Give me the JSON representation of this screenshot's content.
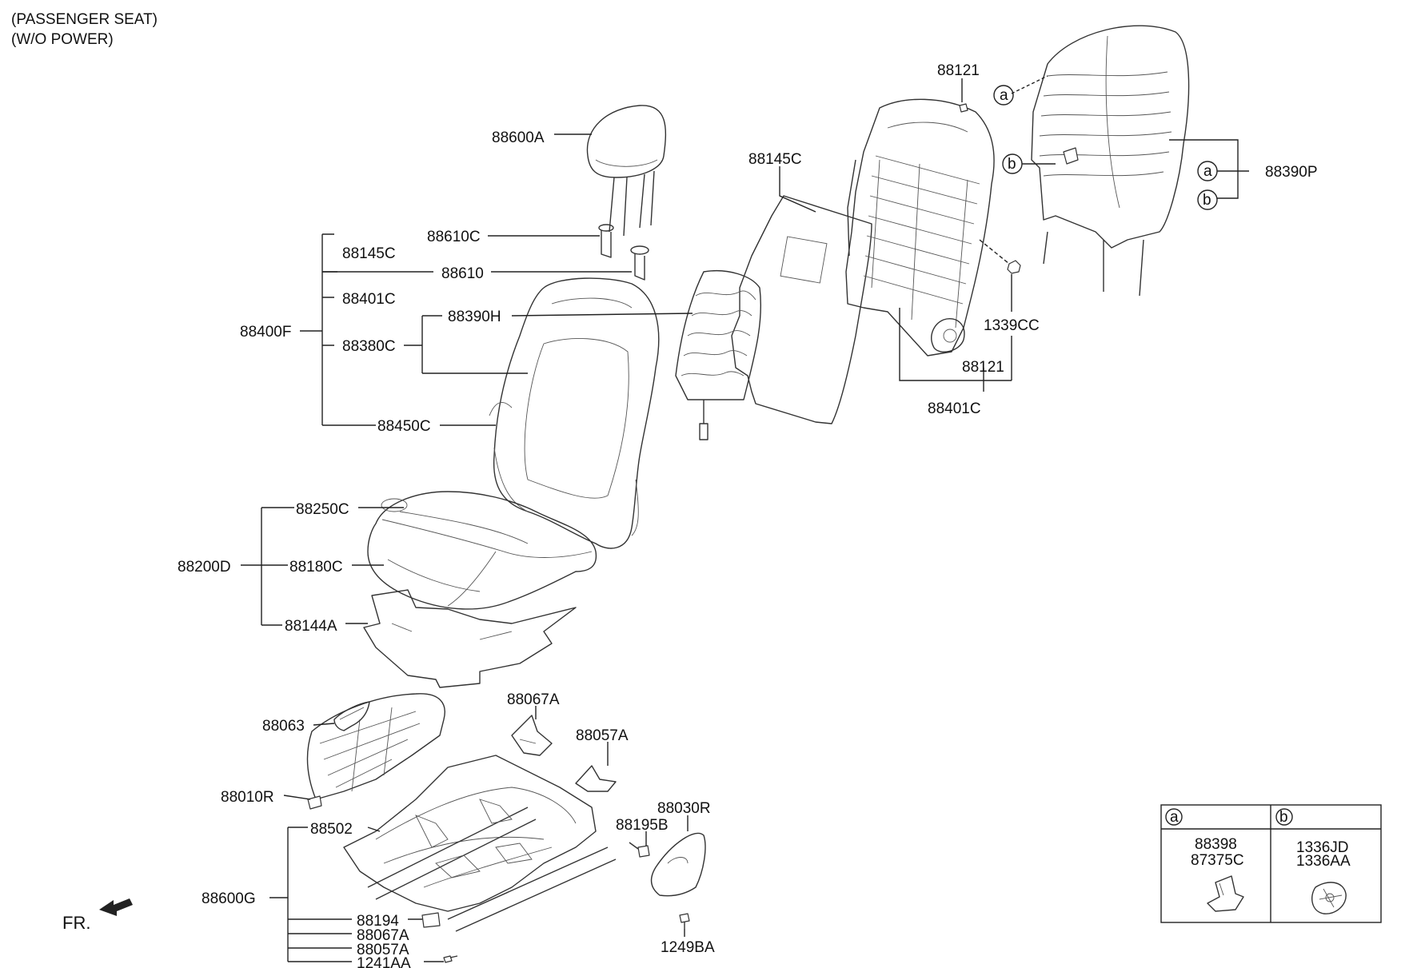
{
  "header": {
    "line1": "(PASSENGER SEAT)",
    "line2": "(W/O POWER)"
  },
  "front_label": "FR.",
  "callouts": [
    {
      "id": "c88121_top",
      "text": "88121"
    },
    {
      "id": "c88600A",
      "text": "88600A"
    },
    {
      "id": "c88145C_mid",
      "text": "88145C"
    },
    {
      "id": "c88390P",
      "text": "88390P"
    },
    {
      "id": "c88610C",
      "text": "88610C"
    },
    {
      "id": "c88145C",
      "text": "88145C"
    },
    {
      "id": "c88610",
      "text": "88610"
    },
    {
      "id": "c88401C_left",
      "text": "88401C"
    },
    {
      "id": "c88390H",
      "text": "88390H"
    },
    {
      "id": "c88400F",
      "text": "88400F"
    },
    {
      "id": "c88380C",
      "text": "88380C"
    },
    {
      "id": "c1339CC",
      "text": "1339CC"
    },
    {
      "id": "c88121_low",
      "text": "88121"
    },
    {
      "id": "c88401C_right",
      "text": "88401C"
    },
    {
      "id": "c88450C",
      "text": "88450C"
    },
    {
      "id": "c88250C",
      "text": "88250C"
    },
    {
      "id": "c88200D",
      "text": "88200D"
    },
    {
      "id": "c88180C",
      "text": "88180C"
    },
    {
      "id": "c88144A",
      "text": "88144A"
    },
    {
      "id": "c88067A_top",
      "text": "88067A"
    },
    {
      "id": "c88063",
      "text": "88063"
    },
    {
      "id": "c88057A_top",
      "text": "88057A"
    },
    {
      "id": "c88010R",
      "text": "88010R"
    },
    {
      "id": "c88030R",
      "text": "88030R"
    },
    {
      "id": "c88502",
      "text": "88502"
    },
    {
      "id": "c88195B",
      "text": "88195B"
    },
    {
      "id": "c88600G",
      "text": "88600G"
    },
    {
      "id": "c88194",
      "text": "88194"
    },
    {
      "id": "c88067A_bot",
      "text": "88067A"
    },
    {
      "id": "c88057A_bot",
      "text": "88057A"
    },
    {
      "id": "c1241AA",
      "text": "1241AA"
    },
    {
      "id": "c1249BA",
      "text": "1249BA"
    }
  ],
  "ref_circles": [
    {
      "id": "ra_top",
      "text": "a"
    },
    {
      "id": "rb_top",
      "text": "b"
    },
    {
      "id": "ra_right",
      "text": "a"
    },
    {
      "id": "rb_right",
      "text": "b"
    }
  ],
  "legend_table": {
    "col_a": {
      "key": "a",
      "parts": [
        "88398",
        "87375C"
      ]
    },
    "col_b": {
      "key": "b",
      "parts": [
        "1336JD",
        "1336AA"
      ]
    }
  }
}
